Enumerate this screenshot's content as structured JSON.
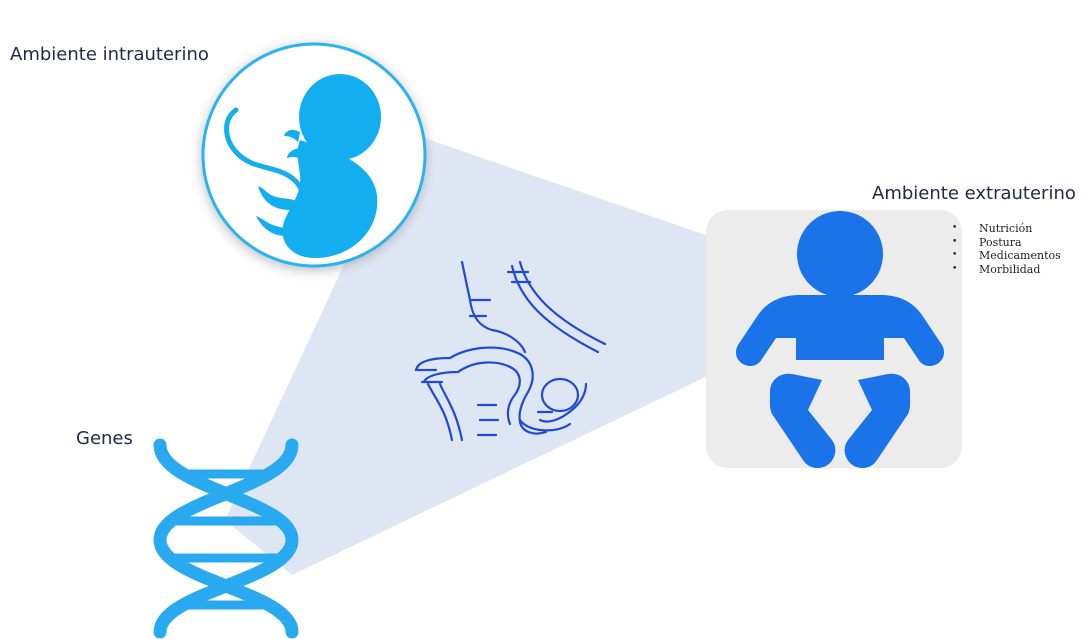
{
  "labels": {
    "intrauterine": "Ambiente intrauterino",
    "extrauterine": "Ambiente extrauterino",
    "genes": "Genes"
  },
  "extrauterine_factors": [
    "Nutrición",
    "Postura",
    "Medicamentos",
    "Morbilidad"
  ],
  "colors": {
    "icon_blue": "#1a73e8",
    "helix_blue": "#29a9f0",
    "fetus_blue": "#12aef0",
    "outline_blue": "#1f49d6",
    "beam": "#d7e1f2",
    "panel_gray": "#ececec",
    "circle_ring": "#2ab3ee"
  },
  "icons": {
    "intrauterine": "fetus-icon",
    "extrauterine": "baby-icon",
    "genes": "dna-helix-icon",
    "center": "epigenetics-outline-icon"
  }
}
